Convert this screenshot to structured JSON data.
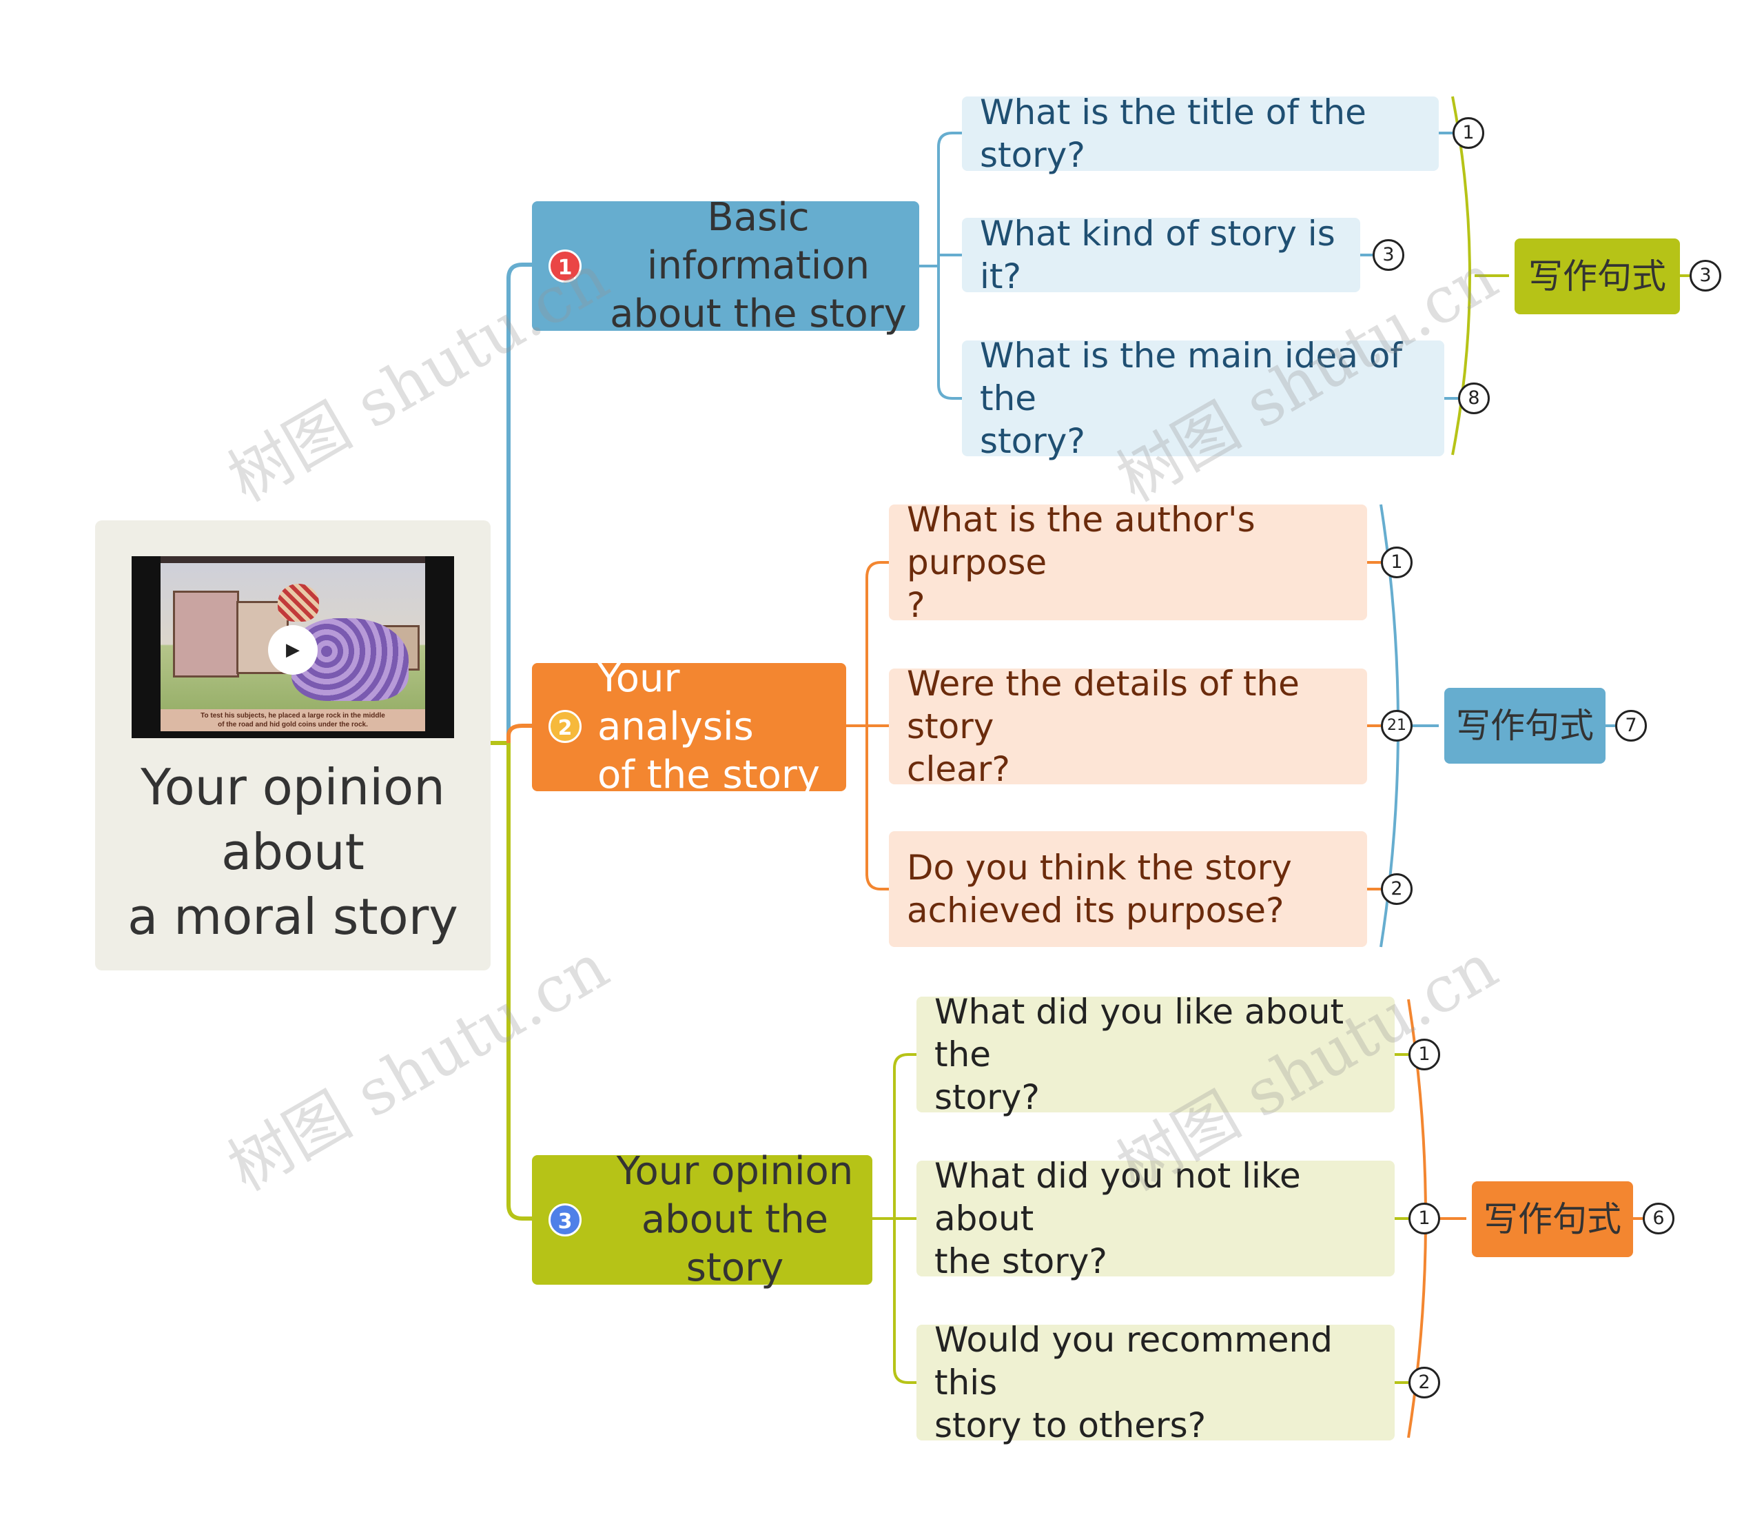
{
  "colors": {
    "blue": "#66adcf",
    "orange": "#f38630",
    "olive": "#b6c317",
    "blue_light": "#e2f0f7",
    "orange_light": "#fde5d6",
    "olive_light": "#eff1d2",
    "badge_red": "#ea4545",
    "badge_yellow": "#f6b93b",
    "badge_blue": "#4f80e8"
  },
  "root": {
    "title": "Your opinion\nabout\n a moral story",
    "thumbnail": {
      "caption": "To test his subjects, he placed a large rock in the middle\nof the road and hid gold coins under the rock.",
      "play_icon": "play-icon"
    }
  },
  "branches": [
    {
      "badge": "1",
      "label": "Basic information\nabout the story",
      "children": [
        {
          "text": "What is the title of the story?",
          "count": "1"
        },
        {
          "text": "What kind of story is it?",
          "count": "3"
        },
        {
          "text": "What is the main idea of the\nstory?",
          "count": "8"
        }
      ],
      "summary": {
        "label": "写作句式",
        "count": "3"
      }
    },
    {
      "badge": "2",
      "label": "Your analysis\nof the story",
      "children": [
        {
          "text": "What is the author's purpose\n?",
          "count": "1"
        },
        {
          "text": "Were the details of the story\nclear?",
          "count": "21"
        },
        {
          "text": "Do you think the story\nachieved its purpose?",
          "count": "2"
        }
      ],
      "summary": {
        "label": "写作句式",
        "count": "7"
      }
    },
    {
      "badge": "3",
      "label": "Your opinion\nabout the story",
      "children": [
        {
          "text": "What did you like about the\nstory?",
          "count": "1"
        },
        {
          "text": "What did you not like about\nthe story?",
          "count": "1"
        },
        {
          "text": "Would you recommend this\nstory to others?",
          "count": "2"
        }
      ],
      "summary": {
        "label": "写作句式",
        "count": "6"
      }
    }
  ],
  "watermark": "树图 shutu.cn"
}
